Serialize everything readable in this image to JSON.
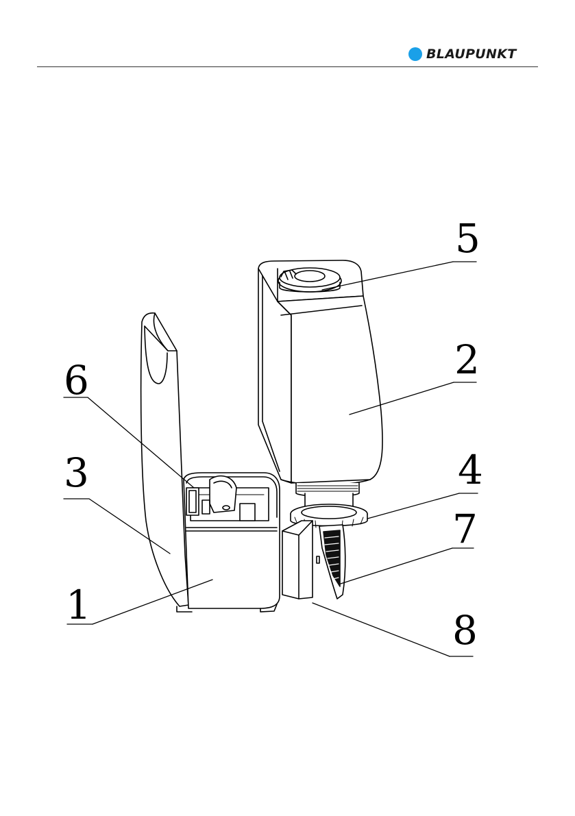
{
  "header": {
    "brand": "BLAUPUNKT",
    "brand_color": "#1aa0e8"
  },
  "diagram": {
    "callouts": [
      "1",
      "2",
      "3",
      "4",
      "5",
      "6",
      "7",
      "8"
    ]
  }
}
